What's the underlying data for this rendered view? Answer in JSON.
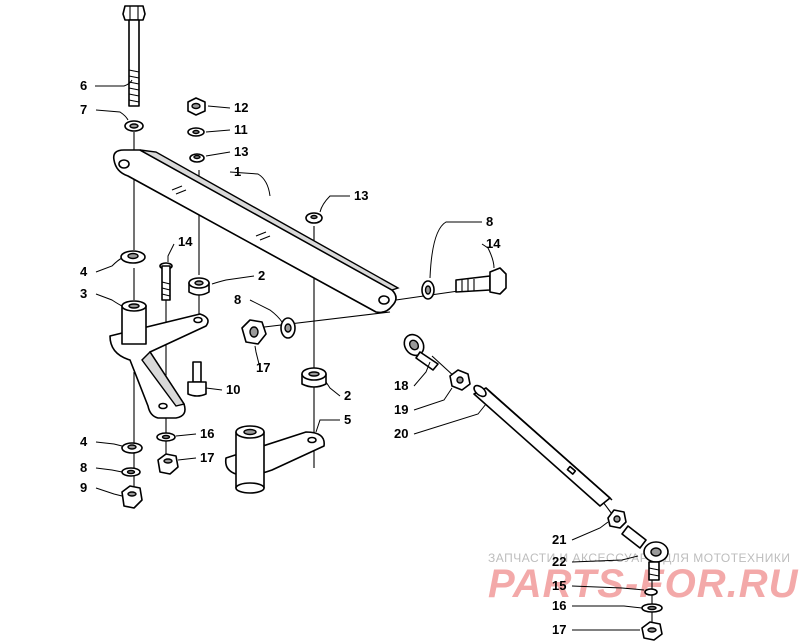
{
  "callouts": {
    "c1": "1",
    "c2a": "2",
    "c2b": "2",
    "c3": "3",
    "c4a": "4",
    "c4b": "4",
    "c5": "5",
    "c6": "6",
    "c7": "7",
    "c8a": "8",
    "c8b": "8",
    "c8c": "8",
    "c9": "9",
    "c10": "10",
    "c11": "11",
    "c12": "12",
    "c13a": "13",
    "c13b": "13",
    "c14a": "14",
    "c14b": "14",
    "c15": "15",
    "c16a": "16",
    "c16b": "16",
    "c17a": "17",
    "c17b": "17",
    "c17c": "17",
    "c18": "18",
    "c19": "19",
    "c20": "20",
    "c21": "21",
    "c22": "22"
  },
  "watermark": {
    "caption": "ЗАПЧАСТИ И АКСЕССУАРЫ ДЛЯ МОТОТЕХНИКИ",
    "brand": "PARTS-FOR.RU"
  }
}
